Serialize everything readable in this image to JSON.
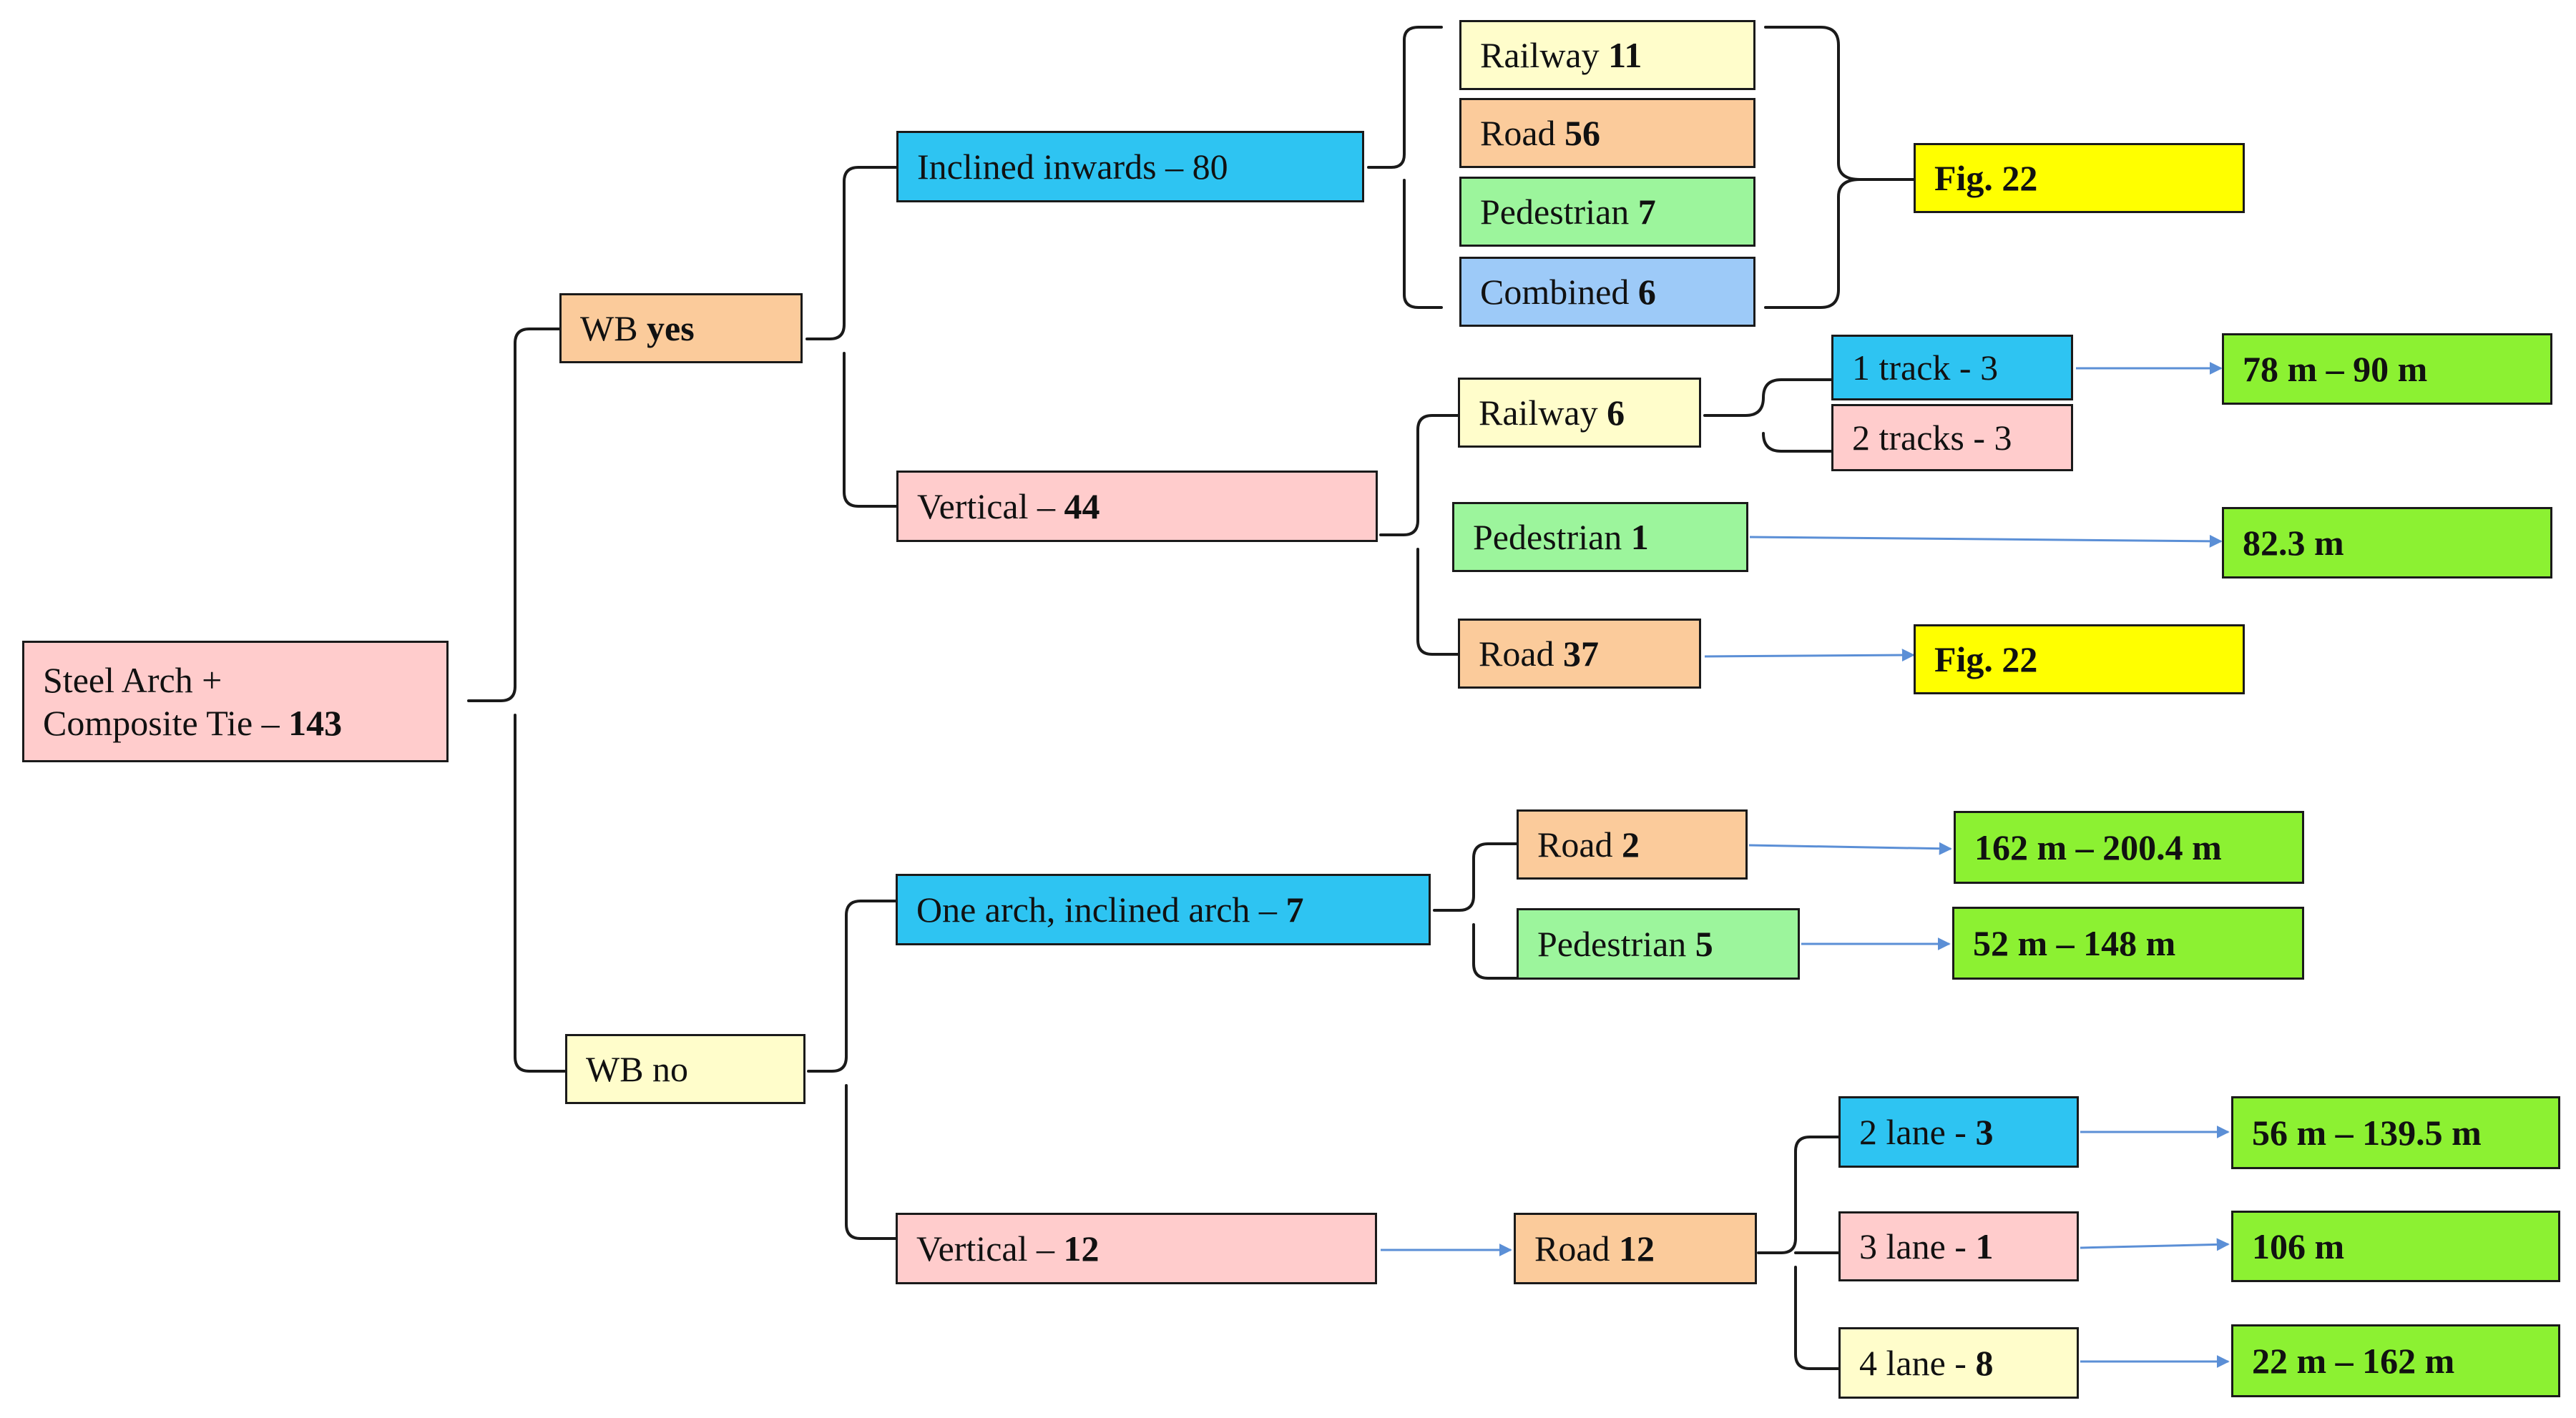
{
  "root": {
    "line1": "Steel Arch +",
    "line2_pre": "Composite Tie – ",
    "line2_num": "143"
  },
  "wb_yes": {
    "pre": "WB ",
    "bold": "yes"
  },
  "wb_no": {
    "label": "WB no"
  },
  "inclined_inwards": {
    "label": "Inclined inwards – 80"
  },
  "vertical_44": {
    "pre": "Vertical – ",
    "num": "44"
  },
  "railway_11": {
    "pre": "Railway ",
    "num": "11"
  },
  "road_56": {
    "pre": "Road ",
    "num": "56"
  },
  "pedestrian_7": {
    "pre": "Pedestrian ",
    "num": "7"
  },
  "combined_6": {
    "pre": "Combined ",
    "num": "6"
  },
  "fig22_top": {
    "label": "Fig. 22"
  },
  "railway_6": {
    "pre": "Railway ",
    "num": "6"
  },
  "track1": {
    "label": "1 track - 3"
  },
  "tracks2": {
    "label": "2 tracks - 3"
  },
  "span_78_90": {
    "label": "78 m – 90 m"
  },
  "pedestrian_1": {
    "pre": "Pedestrian ",
    "num": "1"
  },
  "span_82": {
    "label": "82.3 m"
  },
  "road_37": {
    "pre": "Road ",
    "num": "37"
  },
  "fig22_mid": {
    "label": "Fig. 22"
  },
  "one_arch": {
    "pre": "One arch, inclined arch – ",
    "num": "7"
  },
  "road_2": {
    "pre": "Road ",
    "num": "2"
  },
  "span_162_200": {
    "label": "162 m – 200.4 m"
  },
  "pedestrian_5": {
    "pre": "Pedestrian ",
    "num": "5"
  },
  "span_52_148": {
    "label": "52 m – 148 m"
  },
  "vertical_12": {
    "pre": "Vertical – ",
    "num": "12"
  },
  "road_12": {
    "pre": "Road ",
    "num": "12"
  },
  "lane2": {
    "pre": "2 lane - ",
    "num": "3"
  },
  "span_56_139": {
    "label": "56 m – 139.5 m"
  },
  "lane3": {
    "pre": "3 lane - ",
    "num": "1"
  },
  "span_106": {
    "label": "106 m"
  },
  "lane4": {
    "pre": "4 lane - ",
    "num": "8"
  },
  "span_22_162": {
    "label": "22 m – 162 m"
  },
  "colors": {
    "line": "#1a1a1a",
    "arrow": "#5B8FD6"
  }
}
